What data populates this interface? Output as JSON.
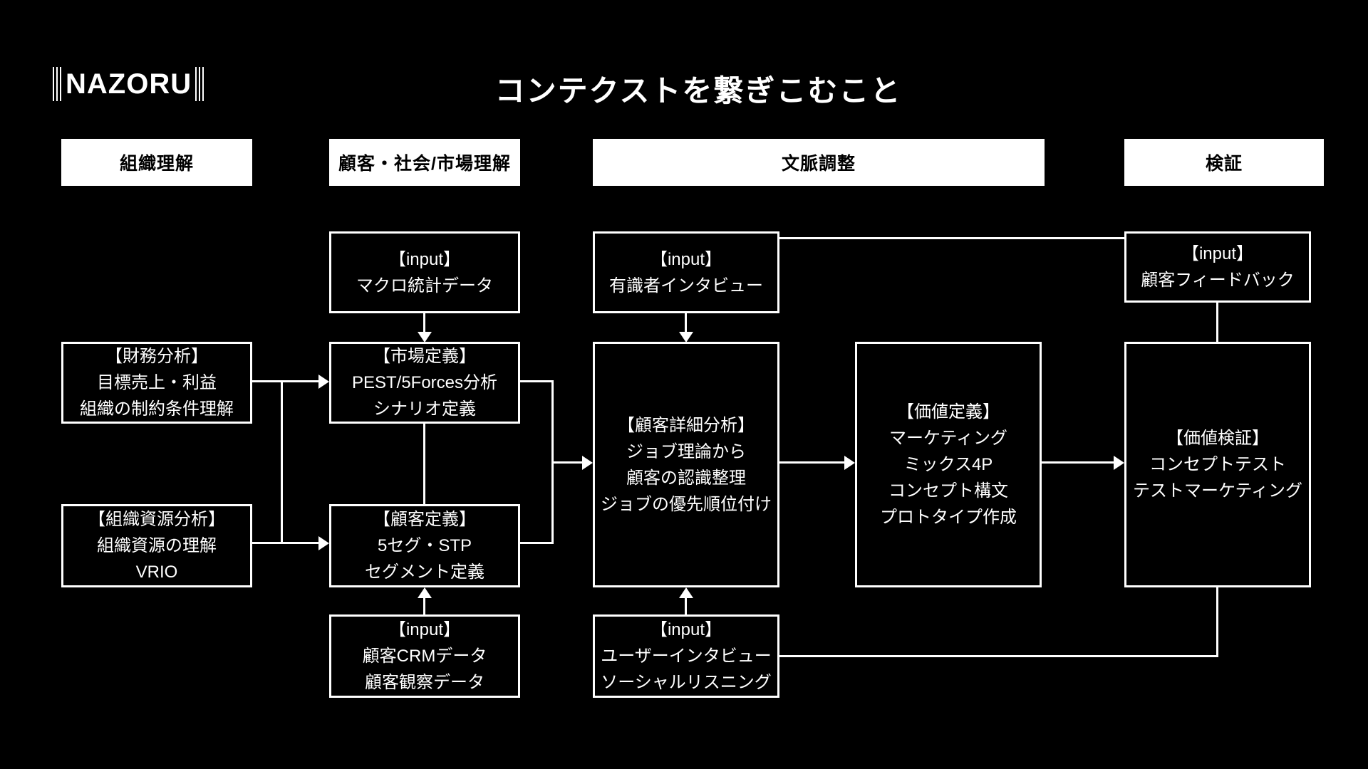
{
  "logo": {
    "text": "NAZORU"
  },
  "title": "コンテクストを繋ぎこむこと",
  "headers": [
    {
      "id": "organization",
      "label": "組織理解"
    },
    {
      "id": "customer-market",
      "label": "顧客・社会/市場理解"
    },
    {
      "id": "context-adjustment",
      "label": "文脈調整"
    },
    {
      "id": "verification",
      "label": "検証"
    }
  ],
  "boxes": {
    "input_macro": {
      "lines": [
        "【input】",
        "マクロ統計データ"
      ]
    },
    "input_expert": {
      "lines": [
        "【input】",
        "有識者インタビュー"
      ]
    },
    "input_feedback": {
      "lines": [
        "【input】",
        "顧客フィードバック"
      ]
    },
    "finance": {
      "lines": [
        "【財務分析】",
        "目標売上・利益",
        "組織の制約条件理解"
      ]
    },
    "market_def": {
      "lines": [
        "【市場定義】",
        "PEST/5Forces分析",
        "シナリオ定義"
      ]
    },
    "customer_detail": {
      "lines": [
        "【顧客詳細分析】",
        "ジョブ理論から",
        "顧客の認識整理",
        "ジョブの優先順位付け"
      ]
    },
    "value_def": {
      "lines": [
        "【価値定義】",
        "マーケティング",
        "ミックス4P",
        "コンセプト構文",
        "プロトタイプ作成"
      ]
    },
    "value_verify": {
      "lines": [
        "【価値検証】",
        "コンセプトテスト",
        "テストマーケティング"
      ]
    },
    "org_resource": {
      "lines": [
        "【組織資源分析】",
        "組織資源の理解",
        "VRIO"
      ]
    },
    "customer_def": {
      "lines": [
        "【顧客定義】",
        "5セグ・STP",
        "セグメント定義"
      ]
    },
    "input_crm": {
      "lines": [
        "【input】",
        "顧客CRMデータ",
        "顧客観察データ"
      ]
    },
    "input_user": {
      "lines": [
        "【input】",
        "ユーザーインタビュー",
        "ソーシャルリスニング"
      ]
    }
  },
  "colors": {
    "background": "#000000",
    "line": "#ffffff",
    "box_border": "#ffffff",
    "box_text": "#ffffff",
    "header_bg": "#ffffff",
    "header_text": "#000000"
  }
}
